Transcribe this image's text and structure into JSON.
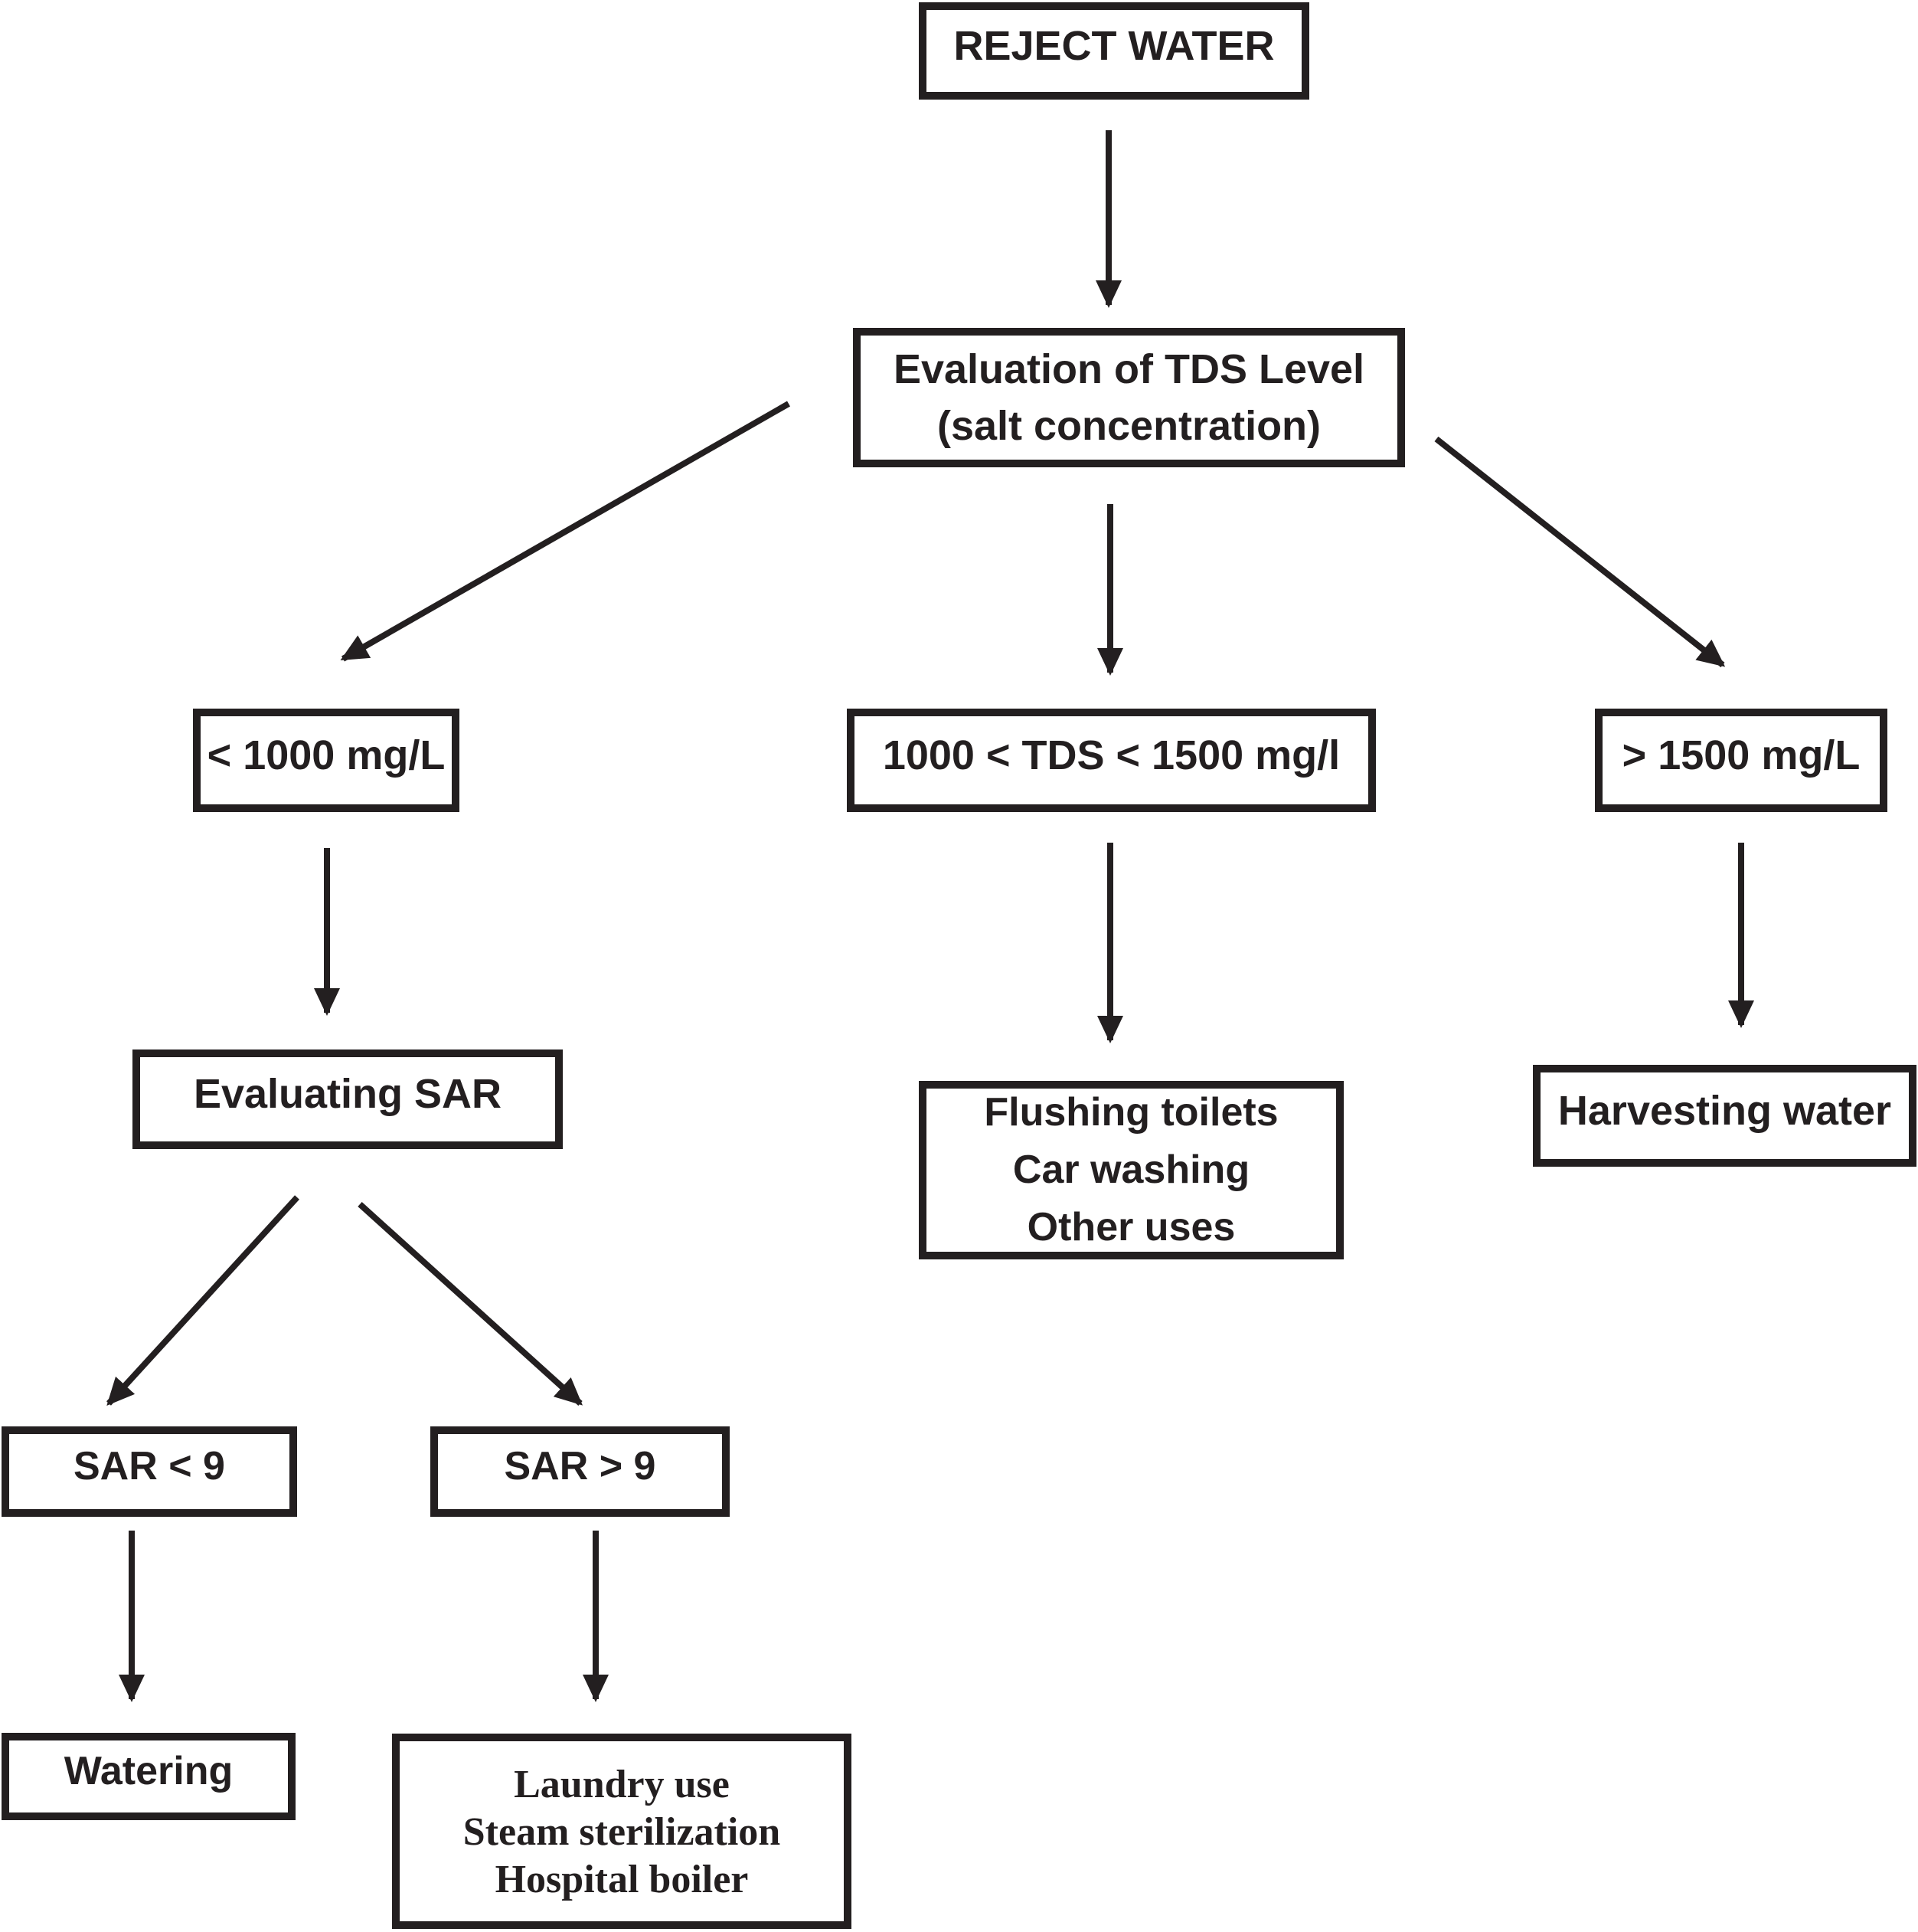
{
  "diagram": {
    "nodes": {
      "reject_water": {
        "label": "REJECT WATER"
      },
      "tds_evaluation": {
        "line1": "Evaluation of TDS Level",
        "line2": "(salt concentration)"
      },
      "tds_low": {
        "label": "< 1000 mg/L"
      },
      "tds_mid": {
        "label": "1000 < TDS < 1500 mg/l"
      },
      "tds_high": {
        "label": "> 1500 mg/L"
      },
      "evaluating_sar": {
        "label": "Evaluating SAR"
      },
      "mid_tds_uses": {
        "line1": "Flushing toilets",
        "line2": "Car washing",
        "line3": "Other uses"
      },
      "harvesting_water": {
        "label": "Harvesting water"
      },
      "sar_low": {
        "label": "SAR < 9"
      },
      "sar_high": {
        "label": "SAR > 9"
      },
      "watering": {
        "label": "Watering"
      },
      "sar_high_uses": {
        "line1": "Laundry use",
        "line2": "Steam sterilization",
        "line3": "Hospital boiler"
      }
    },
    "edges": [
      {
        "from": "reject_water",
        "to": "tds_evaluation"
      },
      {
        "from": "tds_evaluation",
        "to": "tds_low"
      },
      {
        "from": "tds_evaluation",
        "to": "tds_mid"
      },
      {
        "from": "tds_evaluation",
        "to": "tds_high"
      },
      {
        "from": "tds_low",
        "to": "evaluating_sar"
      },
      {
        "from": "tds_mid",
        "to": "mid_tds_uses"
      },
      {
        "from": "tds_high",
        "to": "harvesting_water"
      },
      {
        "from": "evaluating_sar",
        "to": "sar_low"
      },
      {
        "from": "evaluating_sar",
        "to": "sar_high"
      },
      {
        "from": "sar_low",
        "to": "watering"
      },
      {
        "from": "sar_high",
        "to": "sar_high_uses"
      }
    ],
    "colors": {
      "border": "#231f20",
      "text": "#231f20",
      "arrow": "#231f20",
      "background": "#ffffff"
    }
  }
}
